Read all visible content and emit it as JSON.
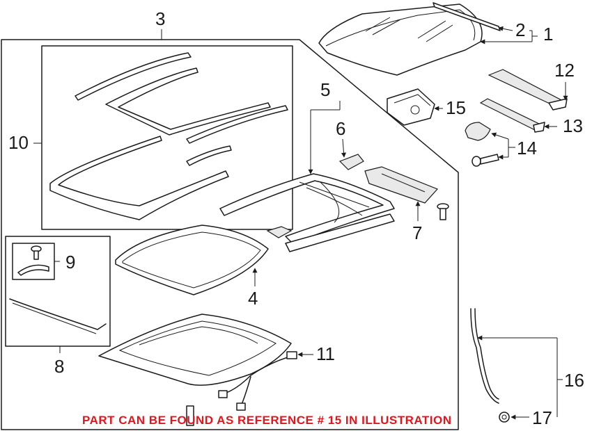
{
  "callouts": {
    "c1": "1",
    "c2": "2",
    "c3": "3",
    "c4": "4",
    "c5": "5",
    "c6": "6",
    "c7": "7",
    "c8": "8",
    "c9": "9",
    "c10": "10",
    "c11": "11",
    "c12": "12",
    "c13": "13",
    "c14": "14",
    "c15": "15",
    "c16": "16",
    "c17": "17"
  },
  "note": "PART CAN BE FOUND AS REFERENCE # 15 IN ILLUSTRATION",
  "colors": {
    "line": "#1a1a1a",
    "note": "#e0161d",
    "background": "#ffffff"
  }
}
